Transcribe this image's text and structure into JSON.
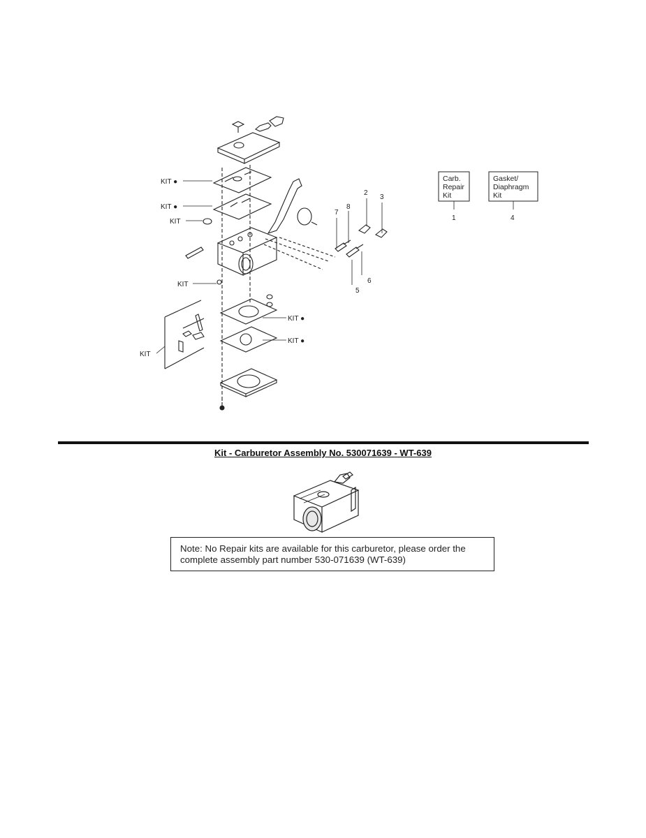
{
  "diagram": {
    "kit_boxes": [
      {
        "lines": [
          "Carb.",
          "Repair",
          "Kit"
        ],
        "number": "1"
      },
      {
        "lines": [
          "Gasket/",
          "Diaphragm",
          "Kit"
        ],
        "number": "4"
      }
    ],
    "callouts": {
      "kit_dot": "KIT ●",
      "kit": "KIT"
    },
    "ref_numbers": [
      "2",
      "3",
      "5",
      "6",
      "7",
      "8"
    ]
  },
  "kit_section": {
    "title": "Kit - Carburetor Assembly No. 530071639 - WT-639",
    "note": "Note: No Repair kits are available for this carburetor, please order the complete assembly part number 530-071639 (WT-639)"
  }
}
